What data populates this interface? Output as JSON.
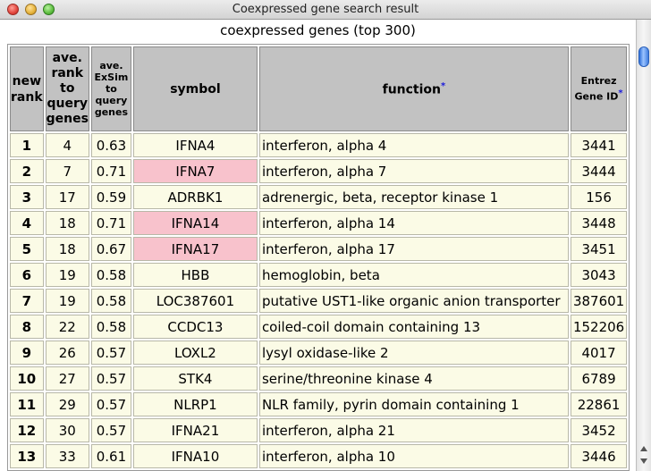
{
  "window": {
    "title": "Coexpressed gene search result",
    "buttons": [
      "close",
      "minimize",
      "zoom"
    ]
  },
  "page": {
    "heading": "coexpressed genes (top 300)"
  },
  "table": {
    "headers": {
      "new_rank": "new rank",
      "ave_rank": "ave. rank to query genes",
      "ave_exsim": "ave. ExSim to query genes",
      "symbol": "symbol",
      "function": "function",
      "function_marker": "*",
      "entrez": "Entrez Gene ID",
      "entrez_marker": "*"
    },
    "highlight_color": "#f8c2cc",
    "rows": [
      {
        "new_rank": "1",
        "ave_rank": "4",
        "ave_exsim": "0.63",
        "symbol": "IFNA4",
        "highlighted": false,
        "function": "interferon, alpha 4",
        "entrez_id": "3441"
      },
      {
        "new_rank": "2",
        "ave_rank": "7",
        "ave_exsim": "0.71",
        "symbol": "IFNA7",
        "highlighted": true,
        "function": "interferon, alpha 7",
        "entrez_id": "3444"
      },
      {
        "new_rank": "3",
        "ave_rank": "17",
        "ave_exsim": "0.59",
        "symbol": "ADRBK1",
        "highlighted": false,
        "function": "adrenergic, beta, receptor kinase 1",
        "entrez_id": "156"
      },
      {
        "new_rank": "4",
        "ave_rank": "18",
        "ave_exsim": "0.71",
        "symbol": "IFNA14",
        "highlighted": true,
        "function": "interferon, alpha 14",
        "entrez_id": "3448"
      },
      {
        "new_rank": "5",
        "ave_rank": "18",
        "ave_exsim": "0.67",
        "symbol": "IFNA17",
        "highlighted": true,
        "function": "interferon, alpha 17",
        "entrez_id": "3451"
      },
      {
        "new_rank": "6",
        "ave_rank": "19",
        "ave_exsim": "0.58",
        "symbol": "HBB",
        "highlighted": false,
        "function": "hemoglobin, beta",
        "entrez_id": "3043"
      },
      {
        "new_rank": "7",
        "ave_rank": "19",
        "ave_exsim": "0.58",
        "symbol": "LOC387601",
        "highlighted": false,
        "function": "putative UST1-like organic anion transporter",
        "entrez_id": "387601"
      },
      {
        "new_rank": "8",
        "ave_rank": "22",
        "ave_exsim": "0.58",
        "symbol": "CCDC13",
        "highlighted": false,
        "function": "coiled-coil domain containing 13",
        "entrez_id": "152206"
      },
      {
        "new_rank": "9",
        "ave_rank": "26",
        "ave_exsim": "0.57",
        "symbol": "LOXL2",
        "highlighted": false,
        "function": "lysyl oxidase-like 2",
        "entrez_id": "4017"
      },
      {
        "new_rank": "10",
        "ave_rank": "27",
        "ave_exsim": "0.57",
        "symbol": "STK4",
        "highlighted": false,
        "function": "serine/threonine kinase 4",
        "entrez_id": "6789"
      },
      {
        "new_rank": "11",
        "ave_rank": "29",
        "ave_exsim": "0.57",
        "symbol": "NLRP1",
        "highlighted": false,
        "function": "NLR family, pyrin domain containing 1",
        "entrez_id": "22861"
      },
      {
        "new_rank": "12",
        "ave_rank": "30",
        "ave_exsim": "0.57",
        "symbol": "IFNA21",
        "highlighted": false,
        "function": "interferon, alpha 21",
        "entrez_id": "3452"
      },
      {
        "new_rank": "13",
        "ave_rank": "33",
        "ave_exsim": "0.61",
        "symbol": "IFNA10",
        "highlighted": false,
        "function": "interferon, alpha 10",
        "entrez_id": "3446"
      }
    ]
  }
}
